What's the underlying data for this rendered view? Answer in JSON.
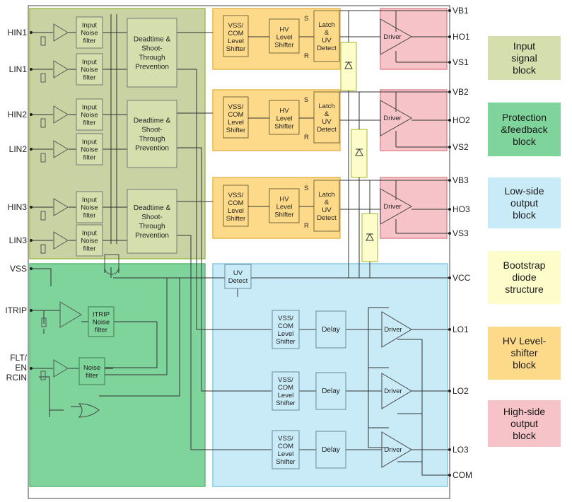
{
  "pins": {
    "hin1": "HIN1",
    "lin1": "LIN1",
    "hin2": "HIN2",
    "lin2": "LIN2",
    "hin3": "HIN3",
    "lin3": "LIN3",
    "vss": "VSS",
    "itrip": "ITRIP",
    "flt_en_rcin": [
      "FLT/",
      "EN",
      "RCIN"
    ],
    "vb1": "VB1",
    "ho1": "HO1",
    "vs1": "VS1",
    "vb2": "VB2",
    "ho2": "HO2",
    "vs2": "VS2",
    "vb3": "VB3",
    "ho3": "HO3",
    "vs3": "VS3",
    "vcc": "VCC",
    "lo1": "LO1",
    "lo2": "LO2",
    "lo3": "LO3",
    "com": "COM"
  },
  "blocks": {
    "input_noise_filter": [
      "Input",
      "Noise",
      "filter"
    ],
    "deadtime": [
      "Deadtime &",
      "Shoot-",
      "Through",
      "Prevention"
    ],
    "vss_com_shifter": [
      "VSS/",
      "COM",
      "Level",
      "Shifter"
    ],
    "hv_shifter": [
      "HV",
      "Level",
      "Shifter"
    ],
    "latch": [
      "Latch",
      "&",
      "UV",
      "Detect"
    ],
    "latch_s": "S",
    "latch_r": "R",
    "driver": "Driver",
    "uv_detect": [
      "UV",
      "Detect"
    ],
    "itrip_filter": [
      "ITRIP",
      "Noise",
      "filter"
    ],
    "noise_filter": [
      "Noise",
      "filter"
    ],
    "delay": "Delay"
  },
  "legend": [
    {
      "label": [
        "Input",
        "signal",
        "block"
      ],
      "color": "#d5dfae"
    },
    {
      "label": [
        "Protection",
        "&feedback",
        "block"
      ],
      "color": "#7fd49c"
    },
    {
      "label": [
        "Low-side",
        "output",
        "block"
      ],
      "color": "#c9ebf8"
    },
    {
      "label": [
        "Bootstrap",
        "diode",
        "structure"
      ],
      "color": "#fdfdcc"
    },
    {
      "label": [
        "HV Level-",
        "shifter",
        "block"
      ],
      "color": "#fdd98a"
    },
    {
      "label": [
        "High-side",
        "output",
        "block"
      ],
      "color": "#f6c4c8"
    }
  ],
  "colors": {
    "input_block": "#c9d2a3",
    "protection_block": "#7fd49c",
    "lowside_block": "#c9ebf8",
    "bootstrap_block": "#fdfdcc",
    "hvshift_block": "#fdd98a",
    "highside_block": "#f6c4c8"
  }
}
